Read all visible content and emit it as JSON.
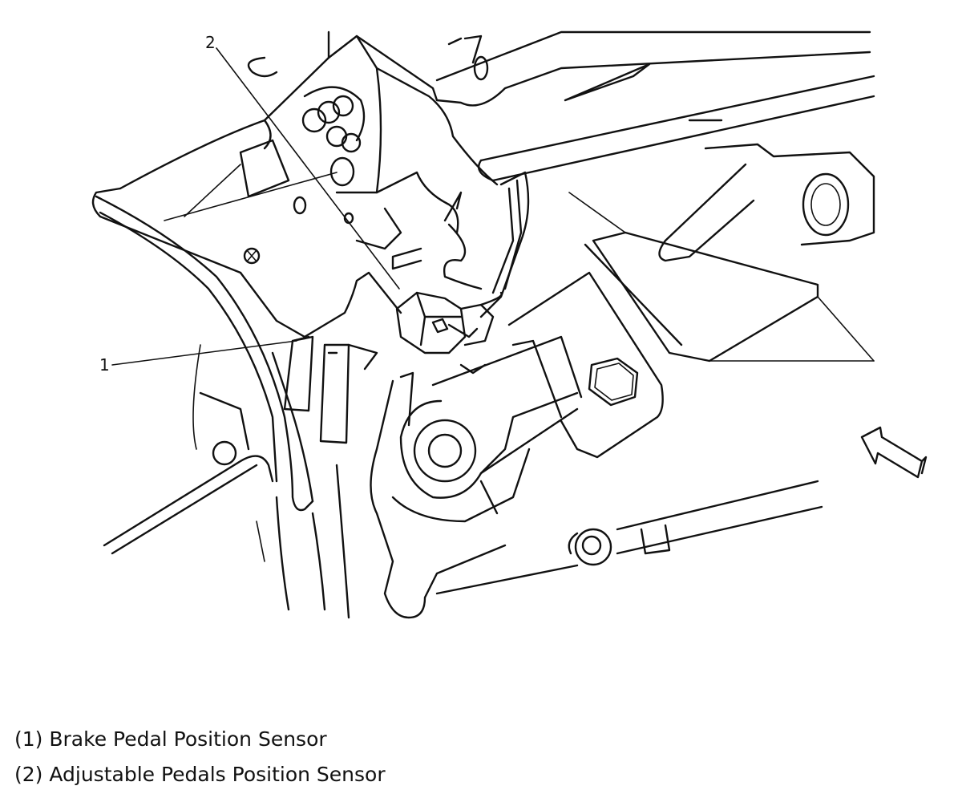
{
  "diagram": {
    "callouts": [
      {
        "number": "1"
      },
      {
        "number": "2"
      }
    ],
    "orientation_icon": "direction-arrow-icon"
  },
  "legend": [
    "(1) Brake Pedal Position Sensor",
    "(2) Adjustable Pedals Position Sensor"
  ]
}
